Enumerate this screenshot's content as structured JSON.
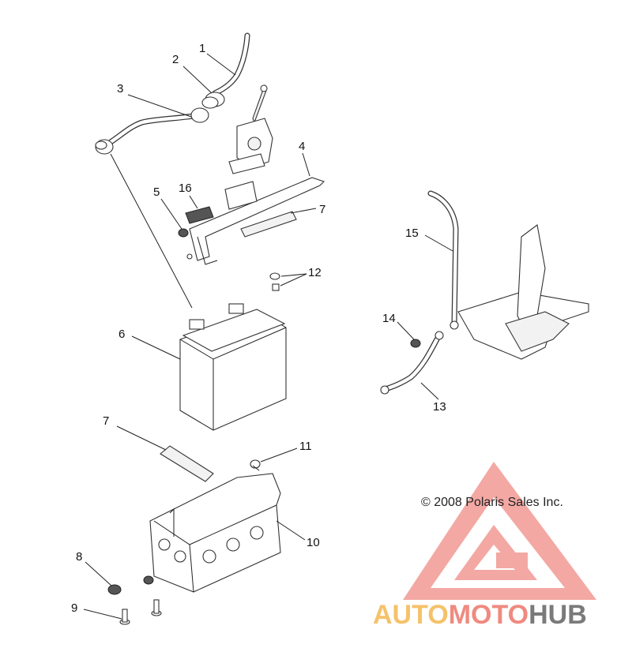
{
  "callouts": [
    {
      "id": "1",
      "text": "1"
    },
    {
      "id": "2",
      "text": "2"
    },
    {
      "id": "3",
      "text": "3"
    },
    {
      "id": "4",
      "text": "4"
    },
    {
      "id": "5",
      "text": "5"
    },
    {
      "id": "16",
      "text": "16"
    },
    {
      "id": "7a",
      "text": "7"
    },
    {
      "id": "12",
      "text": "12"
    },
    {
      "id": "6",
      "text": "6"
    },
    {
      "id": "15",
      "text": "15"
    },
    {
      "id": "14",
      "text": "14"
    },
    {
      "id": "13",
      "text": "13"
    },
    {
      "id": "7b",
      "text": "7"
    },
    {
      "id": "11",
      "text": "11"
    },
    {
      "id": "10",
      "text": "10"
    },
    {
      "id": "8",
      "text": "8"
    },
    {
      "id": "9",
      "text": "9"
    }
  ],
  "copyright": "© 2008 Polaris Sales Inc.",
  "watermark": {
    "auto": "AUTO",
    "moto": "MOTO",
    "hub": "HUB",
    "colors": {
      "triangle": "#f29a94",
      "auto": "#f5c26a",
      "moto": "#ef8a80",
      "hub": "#7a7a7a"
    }
  }
}
